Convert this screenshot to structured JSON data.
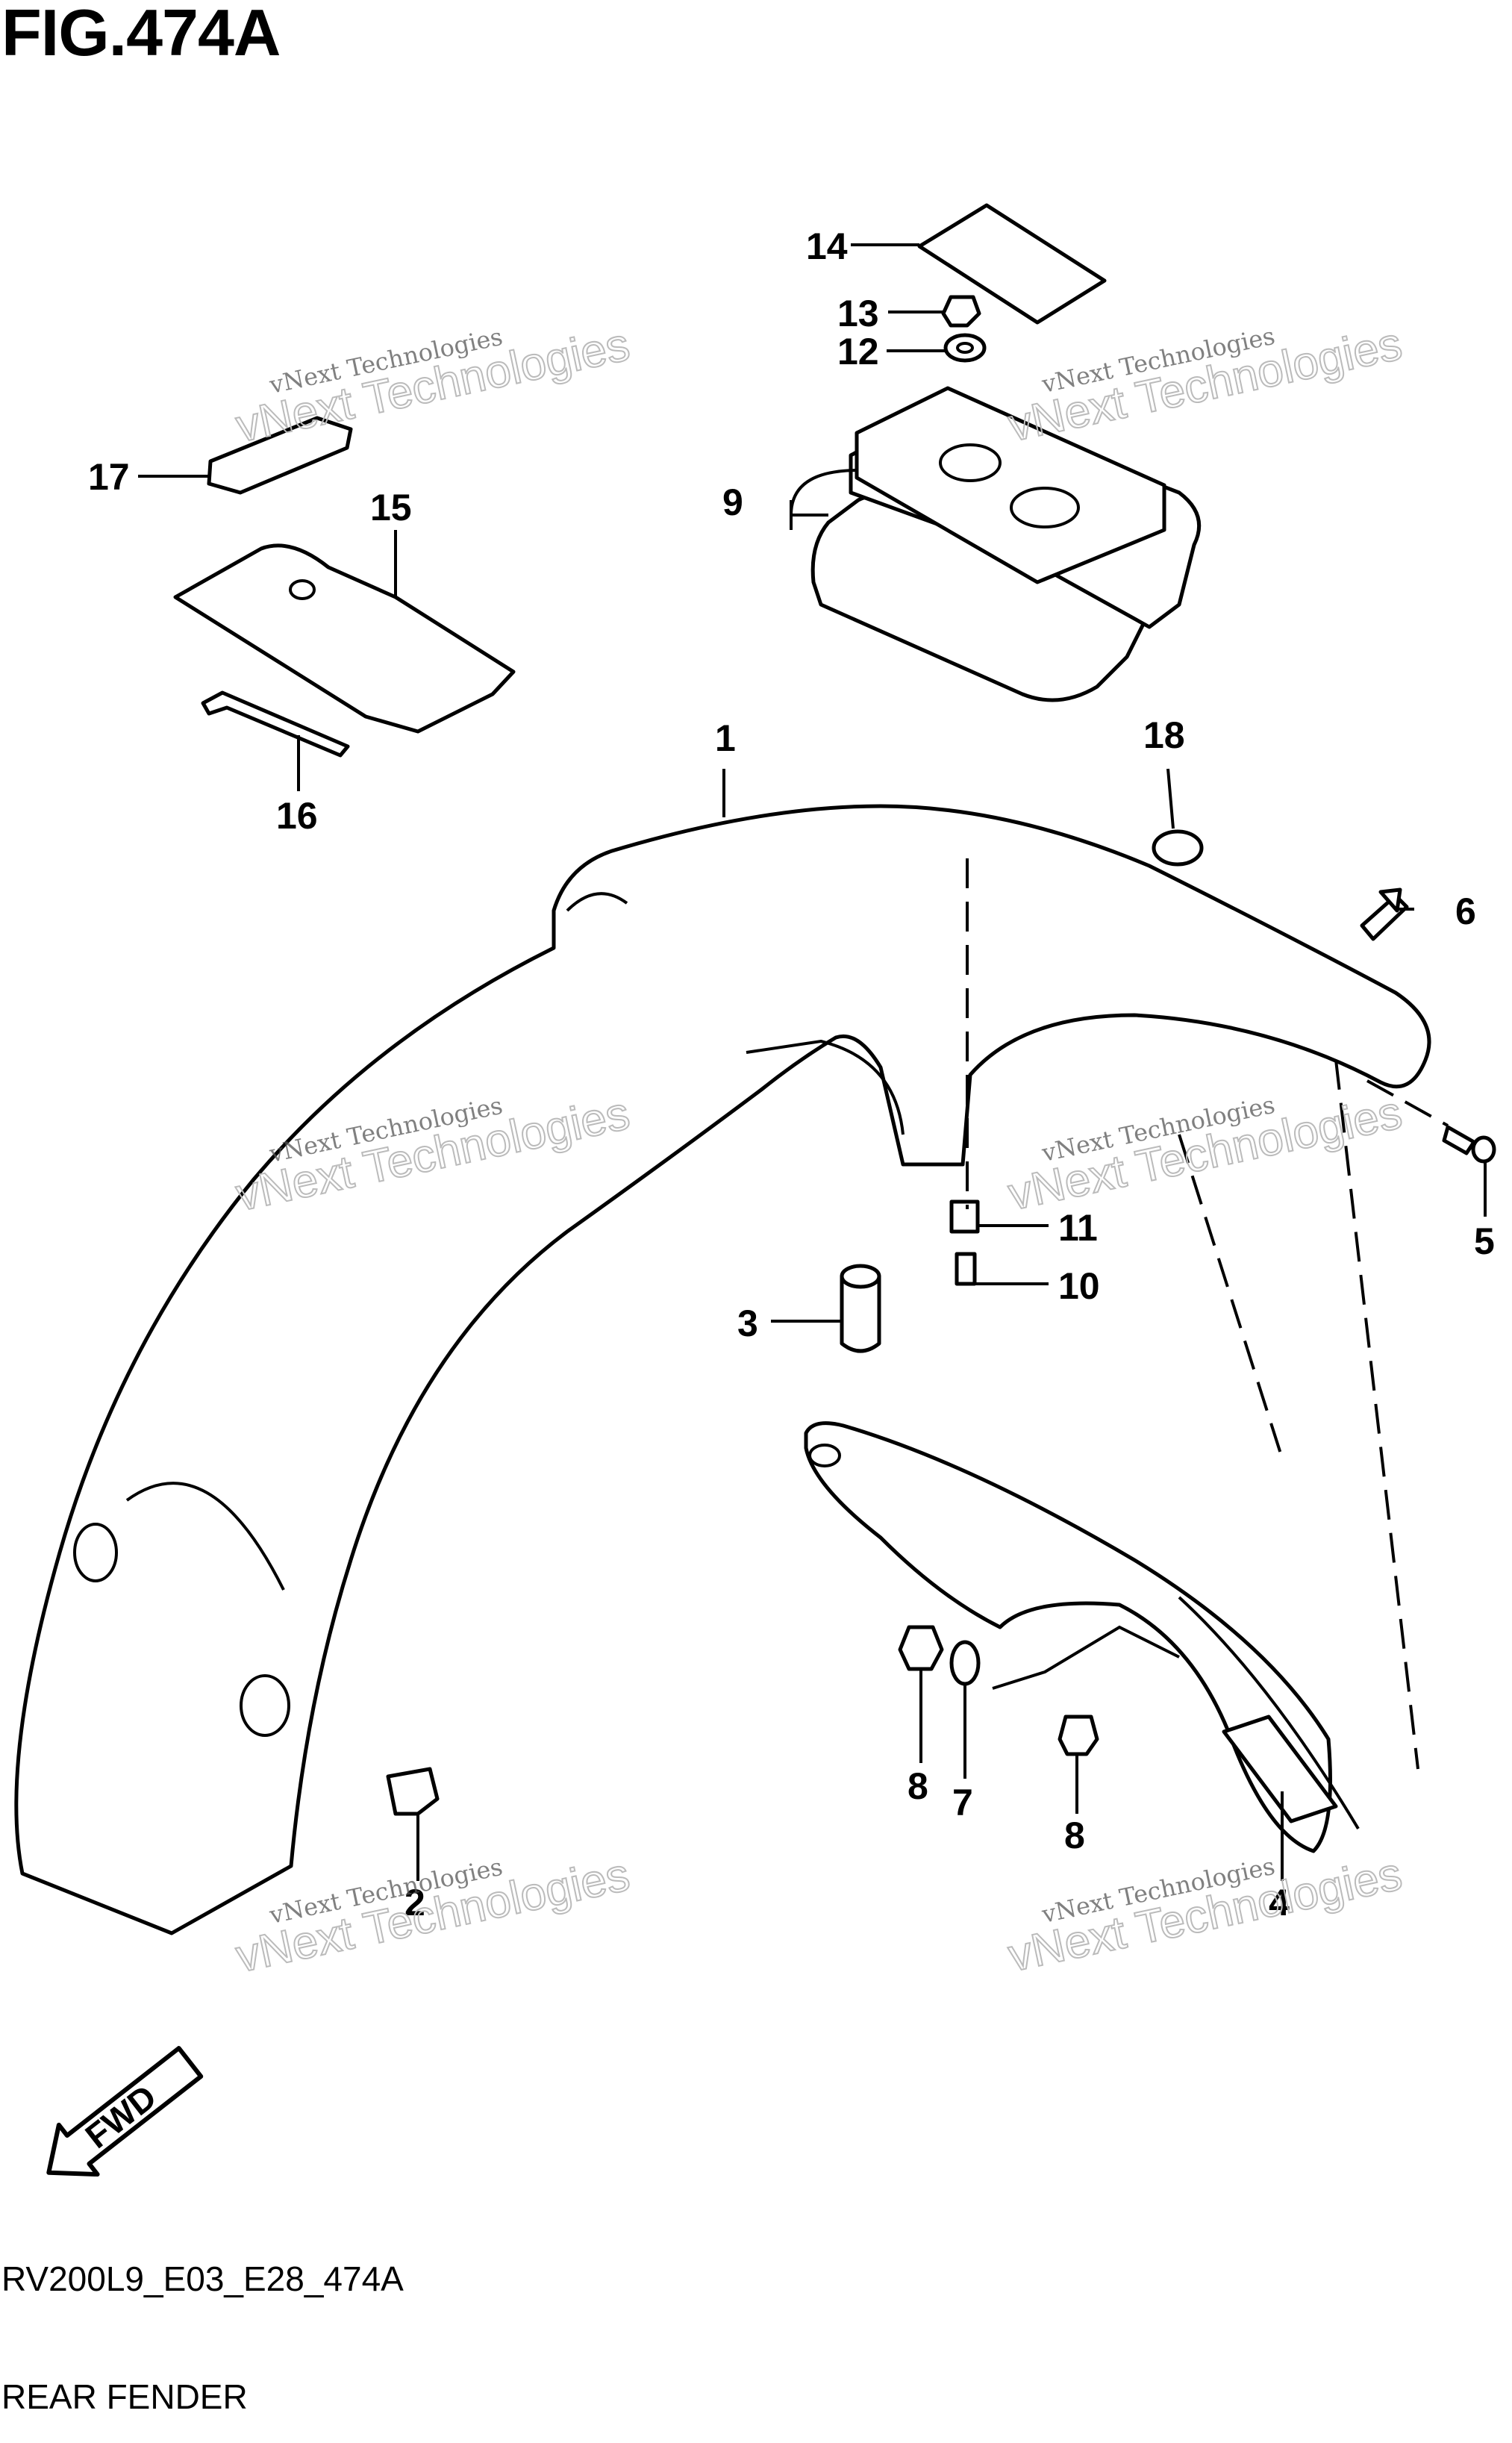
{
  "figure": {
    "title": "FIG.474A",
    "code": "RV200L9_E03_E28_474A",
    "name": "REAR FENDER"
  },
  "callouts": [
    "1",
    "2",
    "3",
    "4",
    "5",
    "6",
    "7",
    "8",
    "8",
    "9",
    "10",
    "11",
    "12",
    "13",
    "14",
    "15",
    "16",
    "17",
    "18"
  ],
  "watermark": {
    "line1": "vNext Technologies",
    "line2": "vNext Technologies"
  },
  "fwd_label": "FWD"
}
